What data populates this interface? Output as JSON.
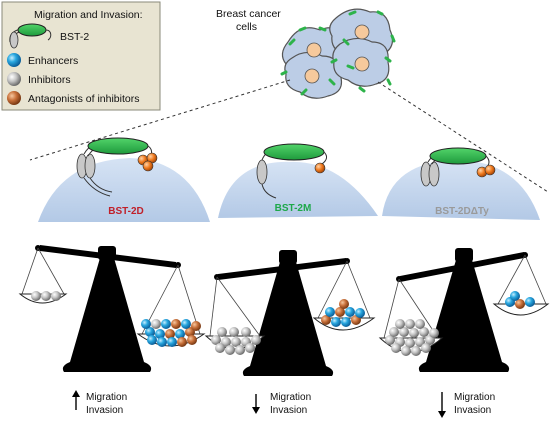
{
  "legend": {
    "title": "Migration and Invasion:",
    "items": [
      {
        "label": "BST-2",
        "icon": "bst2-protein-icon"
      },
      {
        "label": "Enhancers",
        "icon": "enhancer-sphere-icon",
        "color": "#29a8e0"
      },
      {
        "label": "Inhibitors",
        "icon": "inhibitor-sphere-icon",
        "color": "#b8b8b8"
      },
      {
        "label": "Antagonists of inhibitors",
        "icon": "antagonist-sphere-icon",
        "color": "#c8703a"
      }
    ]
  },
  "cells": {
    "line1": "Breast cancer",
    "line2": "cells"
  },
  "variants": [
    {
      "label": "BST-2D",
      "color": "#c0202a"
    },
    {
      "label": "BST-2M",
      "color": "#1ea84a"
    },
    {
      "label": "BST-2DΔTy",
      "color": "#9a9a9a"
    }
  ],
  "outcomes": [
    {
      "arrow": "up",
      "line1": "Migration",
      "line2": "Invasion"
    },
    {
      "arrow": "down",
      "line1": "Migration",
      "line2": "Invasion"
    },
    {
      "arrow": "down",
      "line1": "Migration",
      "line2": "Invasion"
    }
  ],
  "colors": {
    "bst2_green": "#2db34a",
    "membrane_blue": "#b9cfe9",
    "legend_bg": "#e8e4d2",
    "cell_fill": "#bccde6",
    "nucleus": "#f6c99c",
    "enhancer": "#29a8e0",
    "inhibitor": "#b8b8b8",
    "antagonist": "#c8703a",
    "antagonist_orange": "#f07a1e"
  }
}
